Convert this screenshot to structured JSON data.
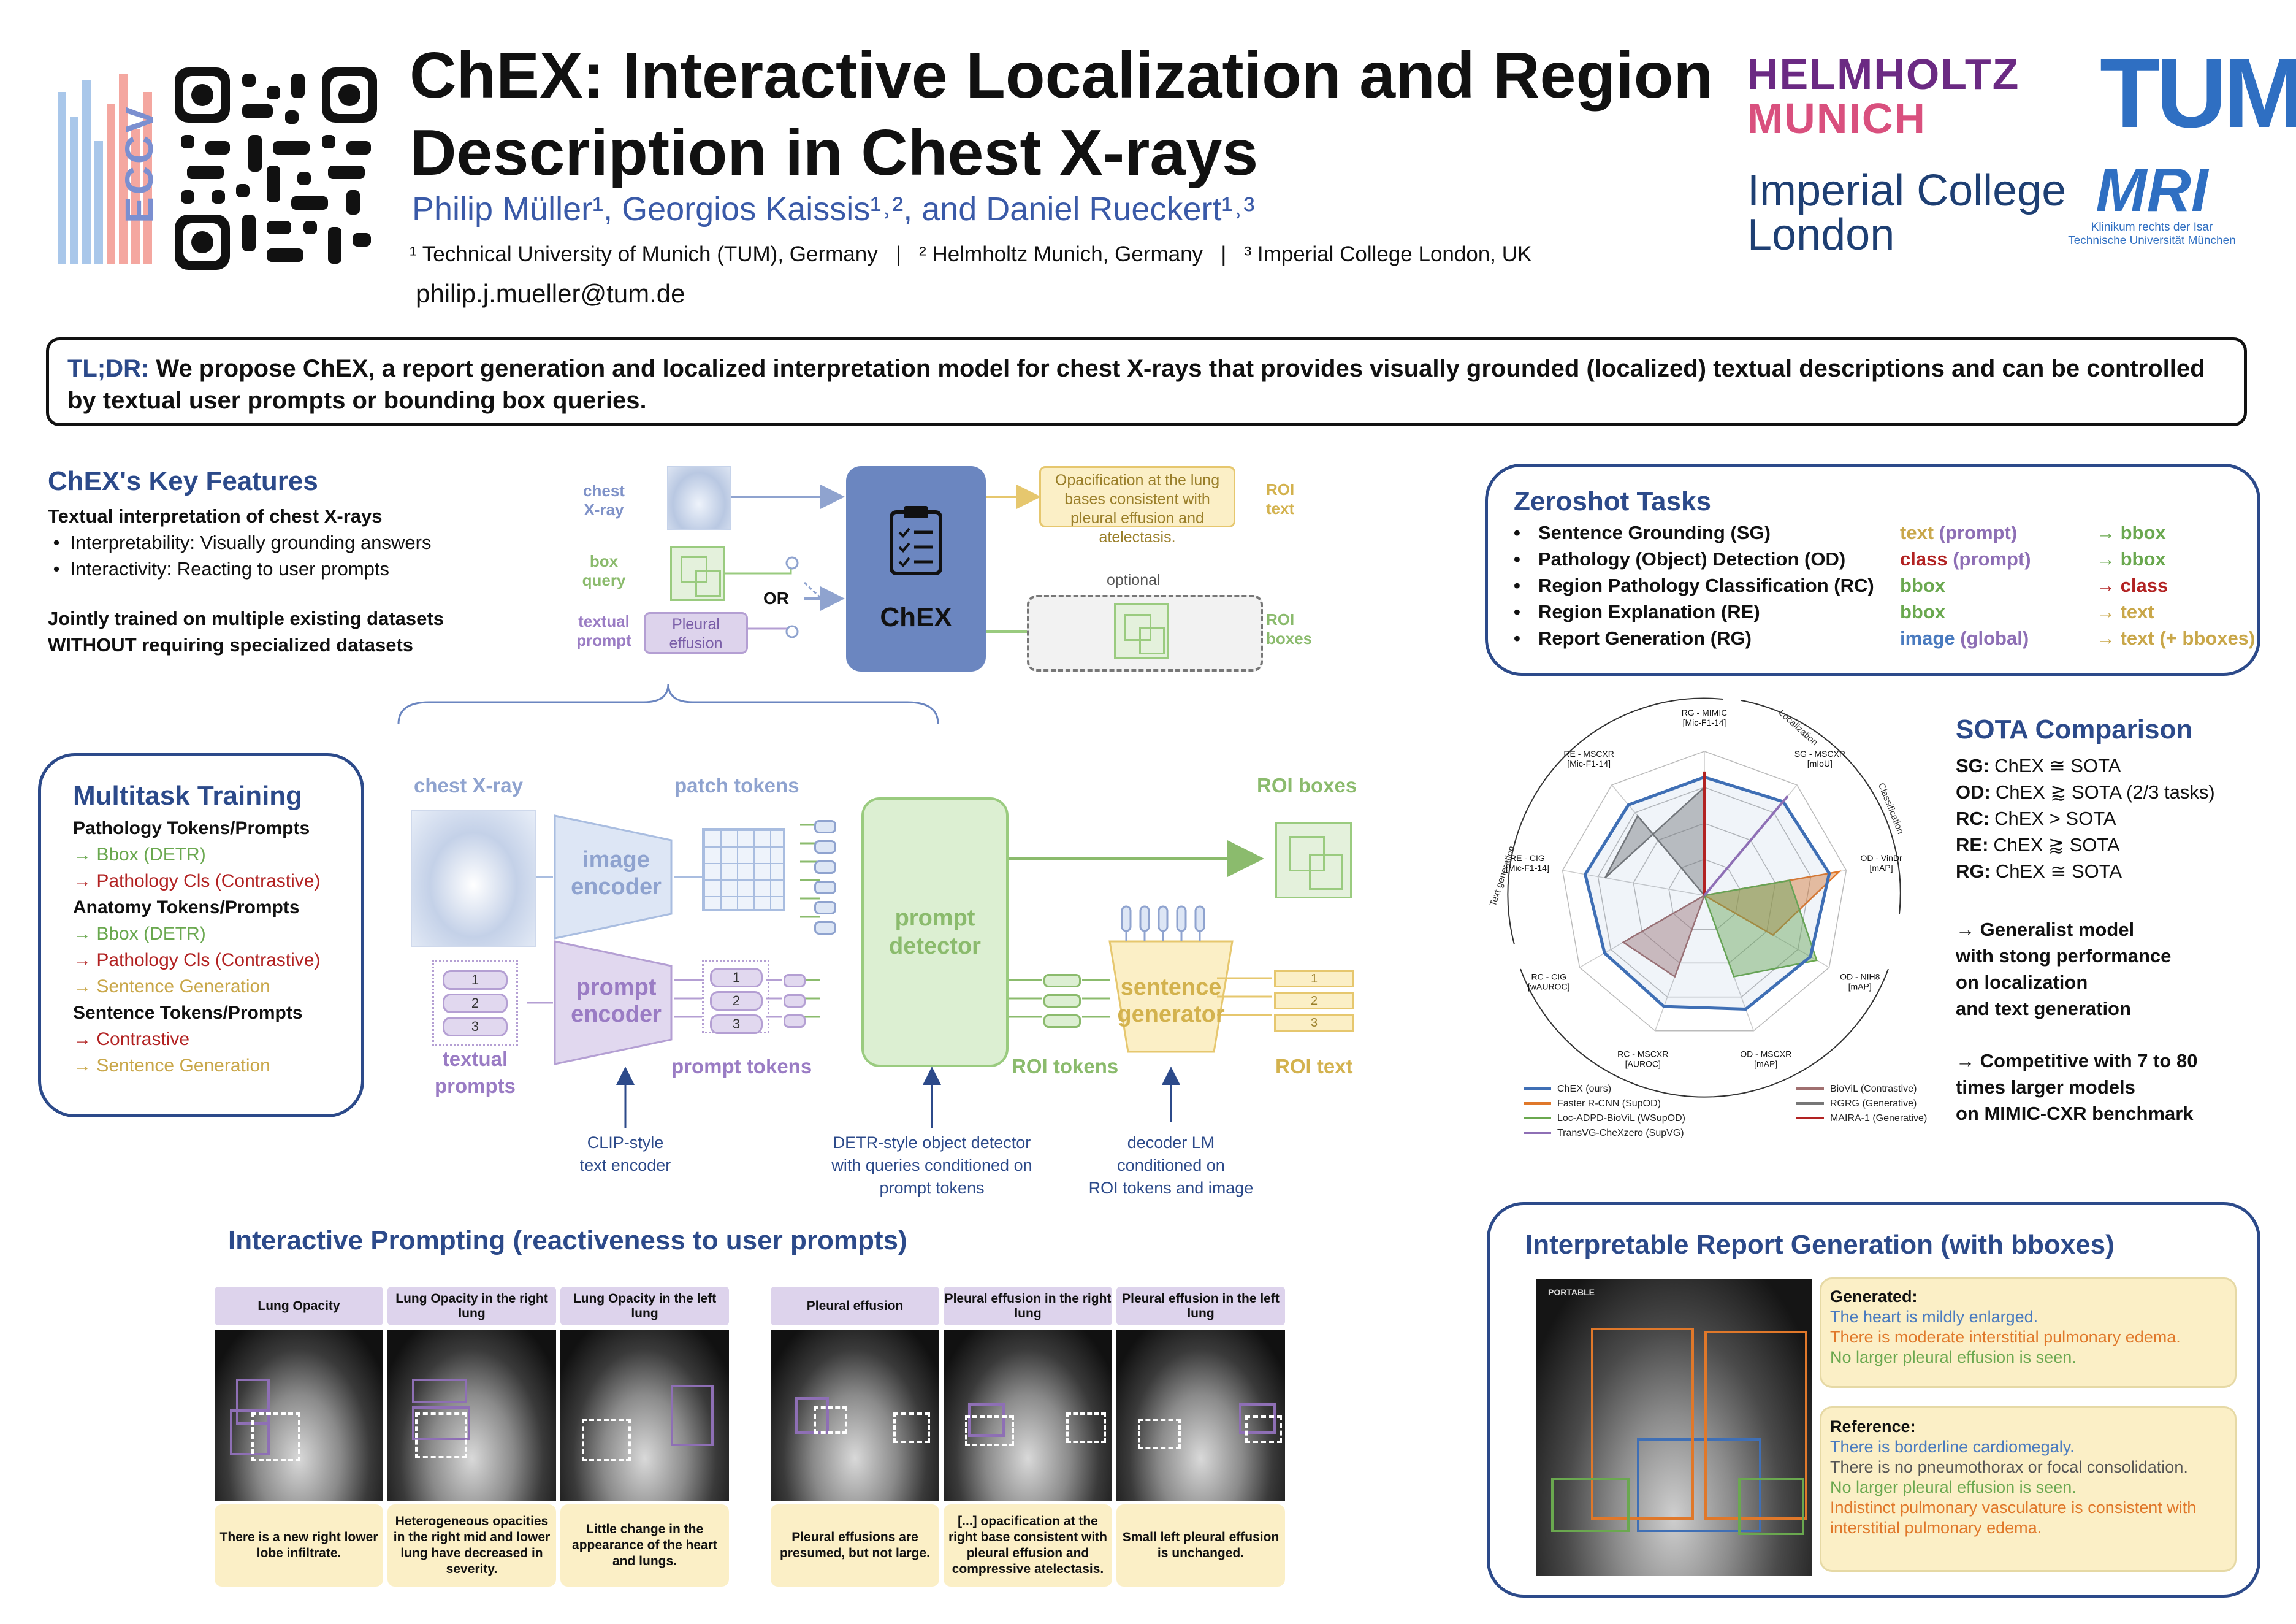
{
  "header": {
    "title_line1": "ChEX: Interactive Localization and Region",
    "title_line2": "Description in Chest X-rays",
    "authors": "Philip Müller¹, Georgios Kaissis¹˒², and Daniel Rueckert¹˒³",
    "affiliations": "¹ Technical University of Munich (TUM), Germany   |   ² Helmholtz Munich, Germany   |   ³ Imperial College London, UK",
    "email": "philip.j.mueller@tum.de",
    "logos": {
      "eccv": "ECCV",
      "helmholtz_1": "HELMHOLTZ",
      "helmholtz_2": "MUNICH",
      "tum": "TUM",
      "imperial_1": "Imperial College",
      "imperial_2": "London",
      "mri": "MRI",
      "mri_sub1": "Klinikum rechts der Isar",
      "mri_sub2": "Technische Universität München"
    }
  },
  "tldr": {
    "label": "TL;DR:",
    "text": "We propose ChEX, a report generation and localized interpretation model for chest X-rays that provides visually grounded (localized) textual descriptions and can be controlled by textual user prompts or bounding box queries."
  },
  "key_features": {
    "heading": "ChEX's Key Features",
    "subheading": "Textual interpretation of chest X-rays",
    "bullets": [
      "Interpretability: Visually grounding answers",
      "Interactivity: Reacting to user prompts"
    ],
    "joint_1": "Jointly trained on multiple existing datasets",
    "joint_2": "WITHOUT requiring specialized datasets"
  },
  "overview": {
    "chest_xray": "chest\nX-ray",
    "box_query": "box\nquery",
    "textual_prompt": "textual\nprompt",
    "pleural": "Pleural\neffusion",
    "or": "OR",
    "model": "ChEX",
    "output_text": "Opacification at the lung bases consistent with pleural effusion and atelectasis.",
    "roi_text": "ROI\ntext",
    "optional": "optional",
    "roi_boxes": "ROI\nboxes"
  },
  "multitask": {
    "heading": "Multitask Training",
    "groups": [
      {
        "title": "Pathology Tokens/Prompts",
        "items": [
          {
            "text": "→ Bbox (DETR)",
            "c": "green"
          },
          {
            "text": "→ Pathology Cls (Contrastive)",
            "c": "red"
          }
        ]
      },
      {
        "title": "Anatomy Tokens/Prompts",
        "items": [
          {
            "text": "→ Bbox (DETR)",
            "c": "green"
          },
          {
            "text": "→ Pathology Cls (Contrastive)",
            "c": "red"
          },
          {
            "text": "→ Sentence Generation",
            "c": "gold"
          }
        ]
      },
      {
        "title": "Sentence Tokens/Prompts",
        "items": [
          {
            "text": "→ Contrastive",
            "c": "red"
          },
          {
            "text": "→ Sentence Generation",
            "c": "gold"
          }
        ]
      }
    ]
  },
  "architecture": {
    "chest_xray": "chest X-ray",
    "patch_tokens": "patch tokens",
    "image_encoder": "image\nencoder",
    "prompt_detector": "prompt\ndetector",
    "roi_boxes": "ROI boxes",
    "prompt_encoder": "prompt\nencoder",
    "textual_prompts": "textual\nprompts",
    "prompt_tokens": "prompt tokens",
    "roi_tokens": "ROI tokens",
    "sentence_generator": "sentence\ngenerator",
    "roi_text": "ROI text",
    "nums": [
      "1",
      "2",
      "3"
    ],
    "note_clip": "CLIP-style\ntext encoder",
    "note_detr": "DETR-style object detector\nwith queries conditioned on\nprompt tokens",
    "note_lm": "decoder LM\nconditioned on\nROI tokens and image"
  },
  "zeroshot": {
    "heading": "Zeroshot Tasks",
    "rows": [
      {
        "task": "Sentence Grounding (SG)",
        "input": "text",
        "input_extra": " (prompt)",
        "in_c": "gold",
        "out": "→ bbox",
        "out_c": "green"
      },
      {
        "task": "Pathology (Object) Detection (OD)",
        "input": "class",
        "input_extra": " (prompt)",
        "in_c": "red",
        "out": "→ bbox",
        "out_c": "green"
      },
      {
        "task": "Region Pathology Classification (RC)",
        "input": "bbox",
        "input_extra": "",
        "in_c": "green",
        "out": "→ class",
        "out_c": "red"
      },
      {
        "task": "Region Explanation (RE)",
        "input": "bbox",
        "input_extra": "",
        "in_c": "green",
        "out": "→ text",
        "out_c": "gold"
      },
      {
        "task": "Report Generation (RG)",
        "input": "image",
        "input_extra": " (global)",
        "in_c": "blue",
        "out": "→ text (+ bboxes)",
        "out_c": "gold"
      }
    ]
  },
  "sota": {
    "heading": "SOTA Comparison",
    "rows": [
      {
        "k": "SG:",
        "v": "ChEX ≅ SOTA"
      },
      {
        "k": "OD:",
        "v": "ChEX ⪆ SOTA (2/3 tasks)"
      },
      {
        "k": "RC:",
        "v": "ChEX > SOTA"
      },
      {
        "k": "RE:",
        "v": "ChEX ⪆ SOTA"
      },
      {
        "k": "RG:",
        "v": "ChEX ≅ SOTA"
      }
    ],
    "gen_1": "→ Generalist model",
    "gen_2": "with stong performance",
    "gen_3": "on localization",
    "gen_4": "and text generation",
    "comp_1": "→ Competitive with 7 to 80",
    "comp_2": "times larger models",
    "comp_3": "on MIMIC-CXR benchmark"
  },
  "chart_data": {
    "type": "radar",
    "axes": [
      "RG - MIMIC [Mic-F1-14]",
      "SG - MSCXR [mIoU]",
      "OD - VinDr [mAP]",
      "OD - NIH8 [mAP]",
      "OD - MSCXR [mAP]",
      "RC - MSCXR [AUROC]",
      "RC - CIG [wAUROC]",
      "RE - CIG [Mic-F1-14]",
      "RE - MSCXR [Mic-F1-14]"
    ],
    "groups": [
      "Localization",
      "Classification",
      "Text generation"
    ],
    "series": [
      {
        "name": "ChEX (ours)",
        "color": "#3f6fb5",
        "values": [
          0.82,
          0.85,
          0.88,
          0.85,
          0.84,
          0.82,
          0.8,
          0.84,
          0.82
        ]
      },
      {
        "name": "Faster R-CNN (SupOD)",
        "color": "#e0782a",
        "values": [
          0.0,
          0.0,
          0.95,
          0.55,
          0.0,
          0.0,
          0.0,
          0.0,
          0.0
        ]
      },
      {
        "name": "Loc-ADPD-BioViL (WSupOD)",
        "color": "#6aa84f",
        "values": [
          0.0,
          0.0,
          0.6,
          0.9,
          0.6,
          0.0,
          0.0,
          0.0,
          0.0
        ]
      },
      {
        "name": "TransVG-CheXzero (SupVG)",
        "color": "#8e6fb5",
        "values": [
          0.0,
          0.9,
          0.0,
          0.0,
          0.0,
          0.0,
          0.0,
          0.0,
          0.0
        ]
      },
      {
        "name": "BioViL (Contrastive)",
        "color": "#a07070",
        "values": [
          0.0,
          0.0,
          0.0,
          0.0,
          0.0,
          0.6,
          0.65,
          0.0,
          0.0
        ]
      },
      {
        "name": "RGRG (Generative)",
        "color": "#777777",
        "values": [
          0.75,
          0.0,
          0.0,
          0.0,
          0.0,
          0.0,
          0.0,
          0.7,
          0.72
        ]
      },
      {
        "name": "MAIRA-1 (Generative)",
        "color": "#b22222",
        "values": [
          0.86,
          0.0,
          0.0,
          0.0,
          0.0,
          0.0,
          0.0,
          0.0,
          0.0
        ]
      }
    ]
  },
  "interactive": {
    "heading": "Interactive Prompting (reactiveness to user prompts)",
    "panels": [
      {
        "label": "Lung Opacity",
        "caption": "There is a new right lower lobe infiltrate."
      },
      {
        "label": "Lung Opacity in the right lung",
        "caption": "Heterogeneous opacities in the right mid and lower lung have decreased in severity."
      },
      {
        "label": "Lung Opacity in the left lung",
        "caption": "Little change in the appearance of the heart and lungs."
      },
      {
        "label": "Pleural effusion",
        "caption": "Pleural effusions are presumed, but not large."
      },
      {
        "label": "Pleural effusion in the right lung",
        "caption": "[...] opacification at the right base consistent with pleural effusion and compressive atelectasis."
      },
      {
        "label": "Pleural effusion in the left lung",
        "caption": "Small left pleural effusion is unchanged."
      }
    ]
  },
  "report": {
    "heading": "Interpretable Report Generation (with bboxes)",
    "image_label": "PORTABLE",
    "generated_title": "Generated:",
    "generated": [
      {
        "text": "The heart is mildly enlarged.",
        "c": "blue"
      },
      {
        "text": "There is moderate interstitial pulmonary edema.",
        "c": "orange"
      },
      {
        "text": "No larger pleural effusion is seen.",
        "c": "green"
      }
    ],
    "reference_title": "Reference:",
    "reference": [
      {
        "text": "There is borderline cardiomegaly.",
        "c": "blue"
      },
      {
        "text": "There is no pneumothorax or focal consolidation.",
        "c": "gray"
      },
      {
        "text": "No larger pleural effusion is seen.",
        "c": "green"
      },
      {
        "text": "Indistinct pulmonary vasculature is consistent with",
        "c": "orange"
      },
      {
        "text": "interstitial pulmonary edema.",
        "c": "orange"
      }
    ]
  }
}
